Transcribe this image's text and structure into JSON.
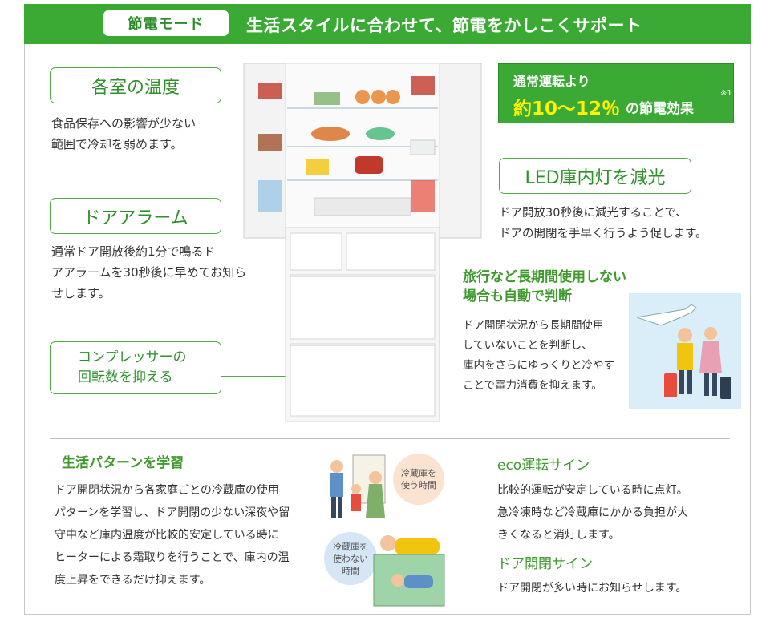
{
  "header": {
    "mode_label": "節電モード",
    "title": "生活スタイルに合わせて、節電をかしこくサポート"
  },
  "left": {
    "room_temp": {
      "label": "各室の温度",
      "desc1": "食品保存への影響が少ない",
      "desc2": "範囲で冷却を弱めます。"
    },
    "door_alarm": {
      "label": "ドアアラーム",
      "desc1": "通常ドア開放後約1分で鳴るド",
      "desc2": "アアラームを30秒後に早めてお知ら",
      "desc3": "せします。"
    },
    "compressor": {
      "label1": "コンプレッサーの",
      "label2": "回転数を抑える"
    }
  },
  "right": {
    "promo": {
      "line1": "通常運転より",
      "line2": "約10～12％",
      "line3": "の節電効果",
      "note": "※1"
    },
    "led": {
      "label": "LED庫内灯を減光",
      "desc1": "ドア開放30秒後に減光することで、",
      "desc2": "ドアの開閉を手早く行うよう促します。"
    },
    "travel": {
      "title1": "旅行など長期間使用しない",
      "title2": "場合も自動で判断",
      "desc1": "ドア開閉状況から長期間使用",
      "desc2": "していないことを判断し、",
      "desc3": "庫内をさらにゆっくりと冷やす",
      "desc4": "ことで電力消費を抑えます。"
    }
  },
  "bottom": {
    "pattern": {
      "title": "生活パターンを学習",
      "desc1": "ドア開閉状況から各家庭ごとの冷蔵庫の使用",
      "desc2": "パターンを学習し、ドア開閉の少ない深夜や留",
      "desc3": "守中など庫内温度が比較的安定している時に",
      "desc4": "ヒーターによる霜取りを行うことで、庫内の温",
      "desc5": "度上昇をできるだけ抑えます。"
    },
    "bubble_use": {
      "line1": "冷蔵庫を",
      "line2": "使う時間"
    },
    "bubble_nouse": {
      "line1": "冷蔵庫を",
      "line2": "使わない",
      "line3": "時間"
    },
    "eco": {
      "title": "eco運転サイン",
      "desc1": "比較的運転が安定している時に点灯。",
      "desc2": "急冷凍時など冷蔵庫にかかる負担が大",
      "desc3": "きくなると消灯します。"
    },
    "door_sign": {
      "title": "ドア開閉サイン",
      "desc1": "ドア開閉が多い時にお知らせします。"
    }
  },
  "colors": {
    "brand_green": "#3aaa35",
    "label_green": "#2f8f2a",
    "highlight_yellow": "#fff200"
  }
}
